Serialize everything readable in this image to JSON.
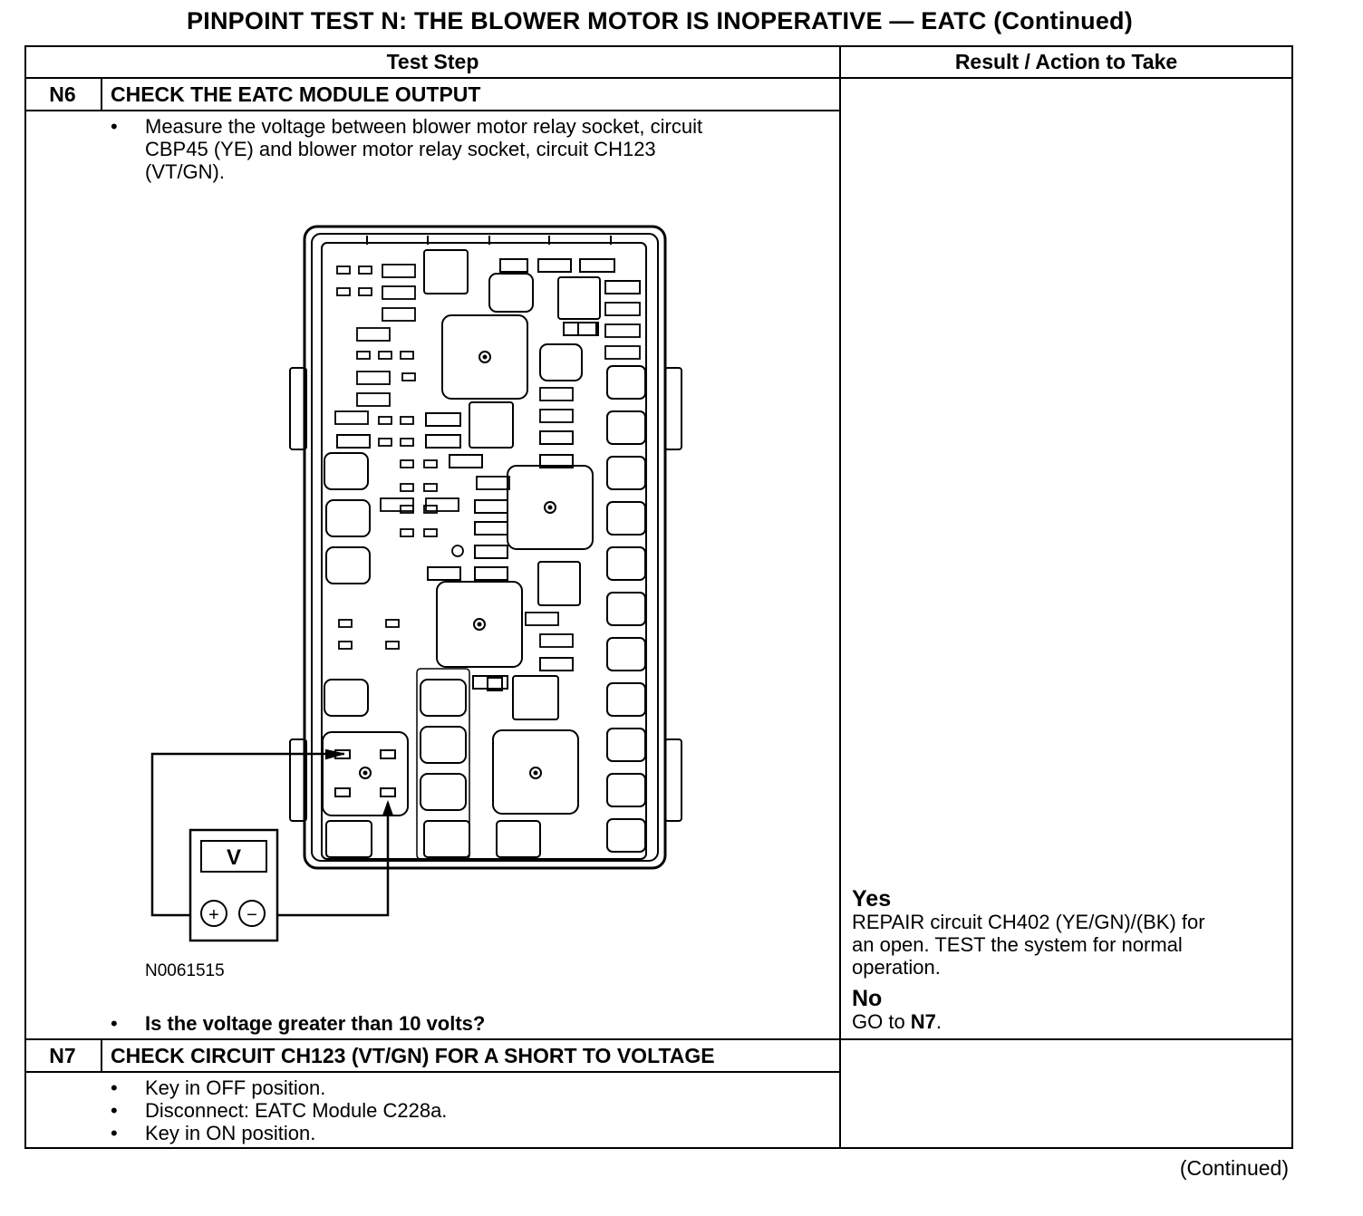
{
  "page_title": "PINPOINT TEST N: THE BLOWER MOTOR IS INOPERATIVE — EATC (Continued)",
  "table": {
    "col_test_step": "Test Step",
    "col_result": "Result / Action to Take"
  },
  "steps": [
    {
      "id": "N6",
      "title": "CHECK THE EATC MODULE OUTPUT",
      "bullets": [
        "Measure the voltage between blower motor relay socket, circuit\nCBP45 (YE) and blower motor relay socket, circuit CH123\n(VT/GN)."
      ],
      "figure_id": "N0061515",
      "question": "Is the voltage greater than 10 volts?",
      "results": {
        "yes_label": "Yes",
        "yes_text": "REPAIR circuit CH402 (YE/GN)/(BK) for\nan open. TEST the system for normal\noperation.",
        "no_label": "No",
        "no_text_prefix": "GO to ",
        "no_text_target": "N7",
        "no_text_suffix": "."
      }
    },
    {
      "id": "N7",
      "title": "CHECK CIRCUIT CH123 (VT/GN) FOR A SHORT TO VOLTAGE",
      "bullets": [
        "Key in OFF position.",
        "Disconnect: EATC Module C228a.",
        "Key in ON position."
      ]
    }
  ],
  "meter_symbol": "V",
  "meter_plus": "+",
  "meter_minus": "−",
  "bullet_glyph": "•",
  "continued": "(Continued)"
}
